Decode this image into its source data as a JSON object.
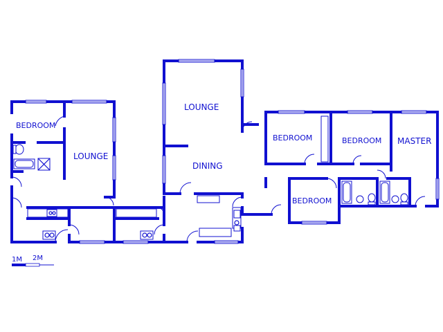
{
  "rooms": {
    "bedroom_left": "BEDROOM",
    "lounge_left": "LOUNGE",
    "lounge_main": "LOUNGE",
    "dining": "DINING",
    "bedroom_2": "BEDROOM",
    "bedroom_3": "BEDROOM",
    "master": "MASTER",
    "bedroom_4": "BEDROOM"
  },
  "scale": {
    "label_1": "1M",
    "label_2": "2M"
  },
  "colors": {
    "wall": "#1010d0",
    "background": "#ffffff"
  }
}
